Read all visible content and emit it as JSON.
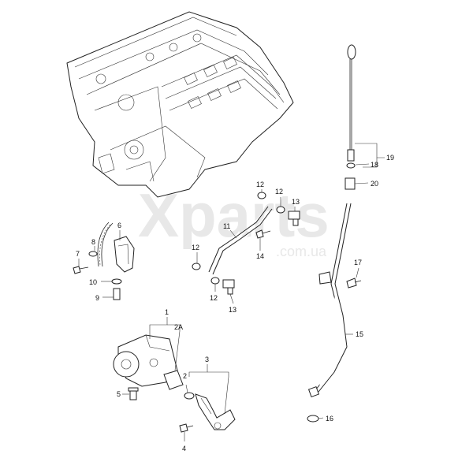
{
  "watermark": {
    "main": "Xparts",
    "domain": ".com.ua"
  },
  "callouts": {
    "c1": "1",
    "c2A": "2A",
    "c2": "2",
    "c3": "3",
    "c4": "4",
    "c5": "5",
    "c6": "6",
    "c7": "7",
    "c8": "8",
    "c9": "9",
    "c10": "10",
    "c11": "11",
    "c12a": "12",
    "c12b": "12",
    "c12c": "12",
    "c12d": "12",
    "c13a": "13",
    "c13b": "13",
    "c14": "14",
    "c15": "15",
    "c16": "16",
    "c17": "17",
    "c18": "18",
    "c19": "19",
    "c20": "20"
  }
}
